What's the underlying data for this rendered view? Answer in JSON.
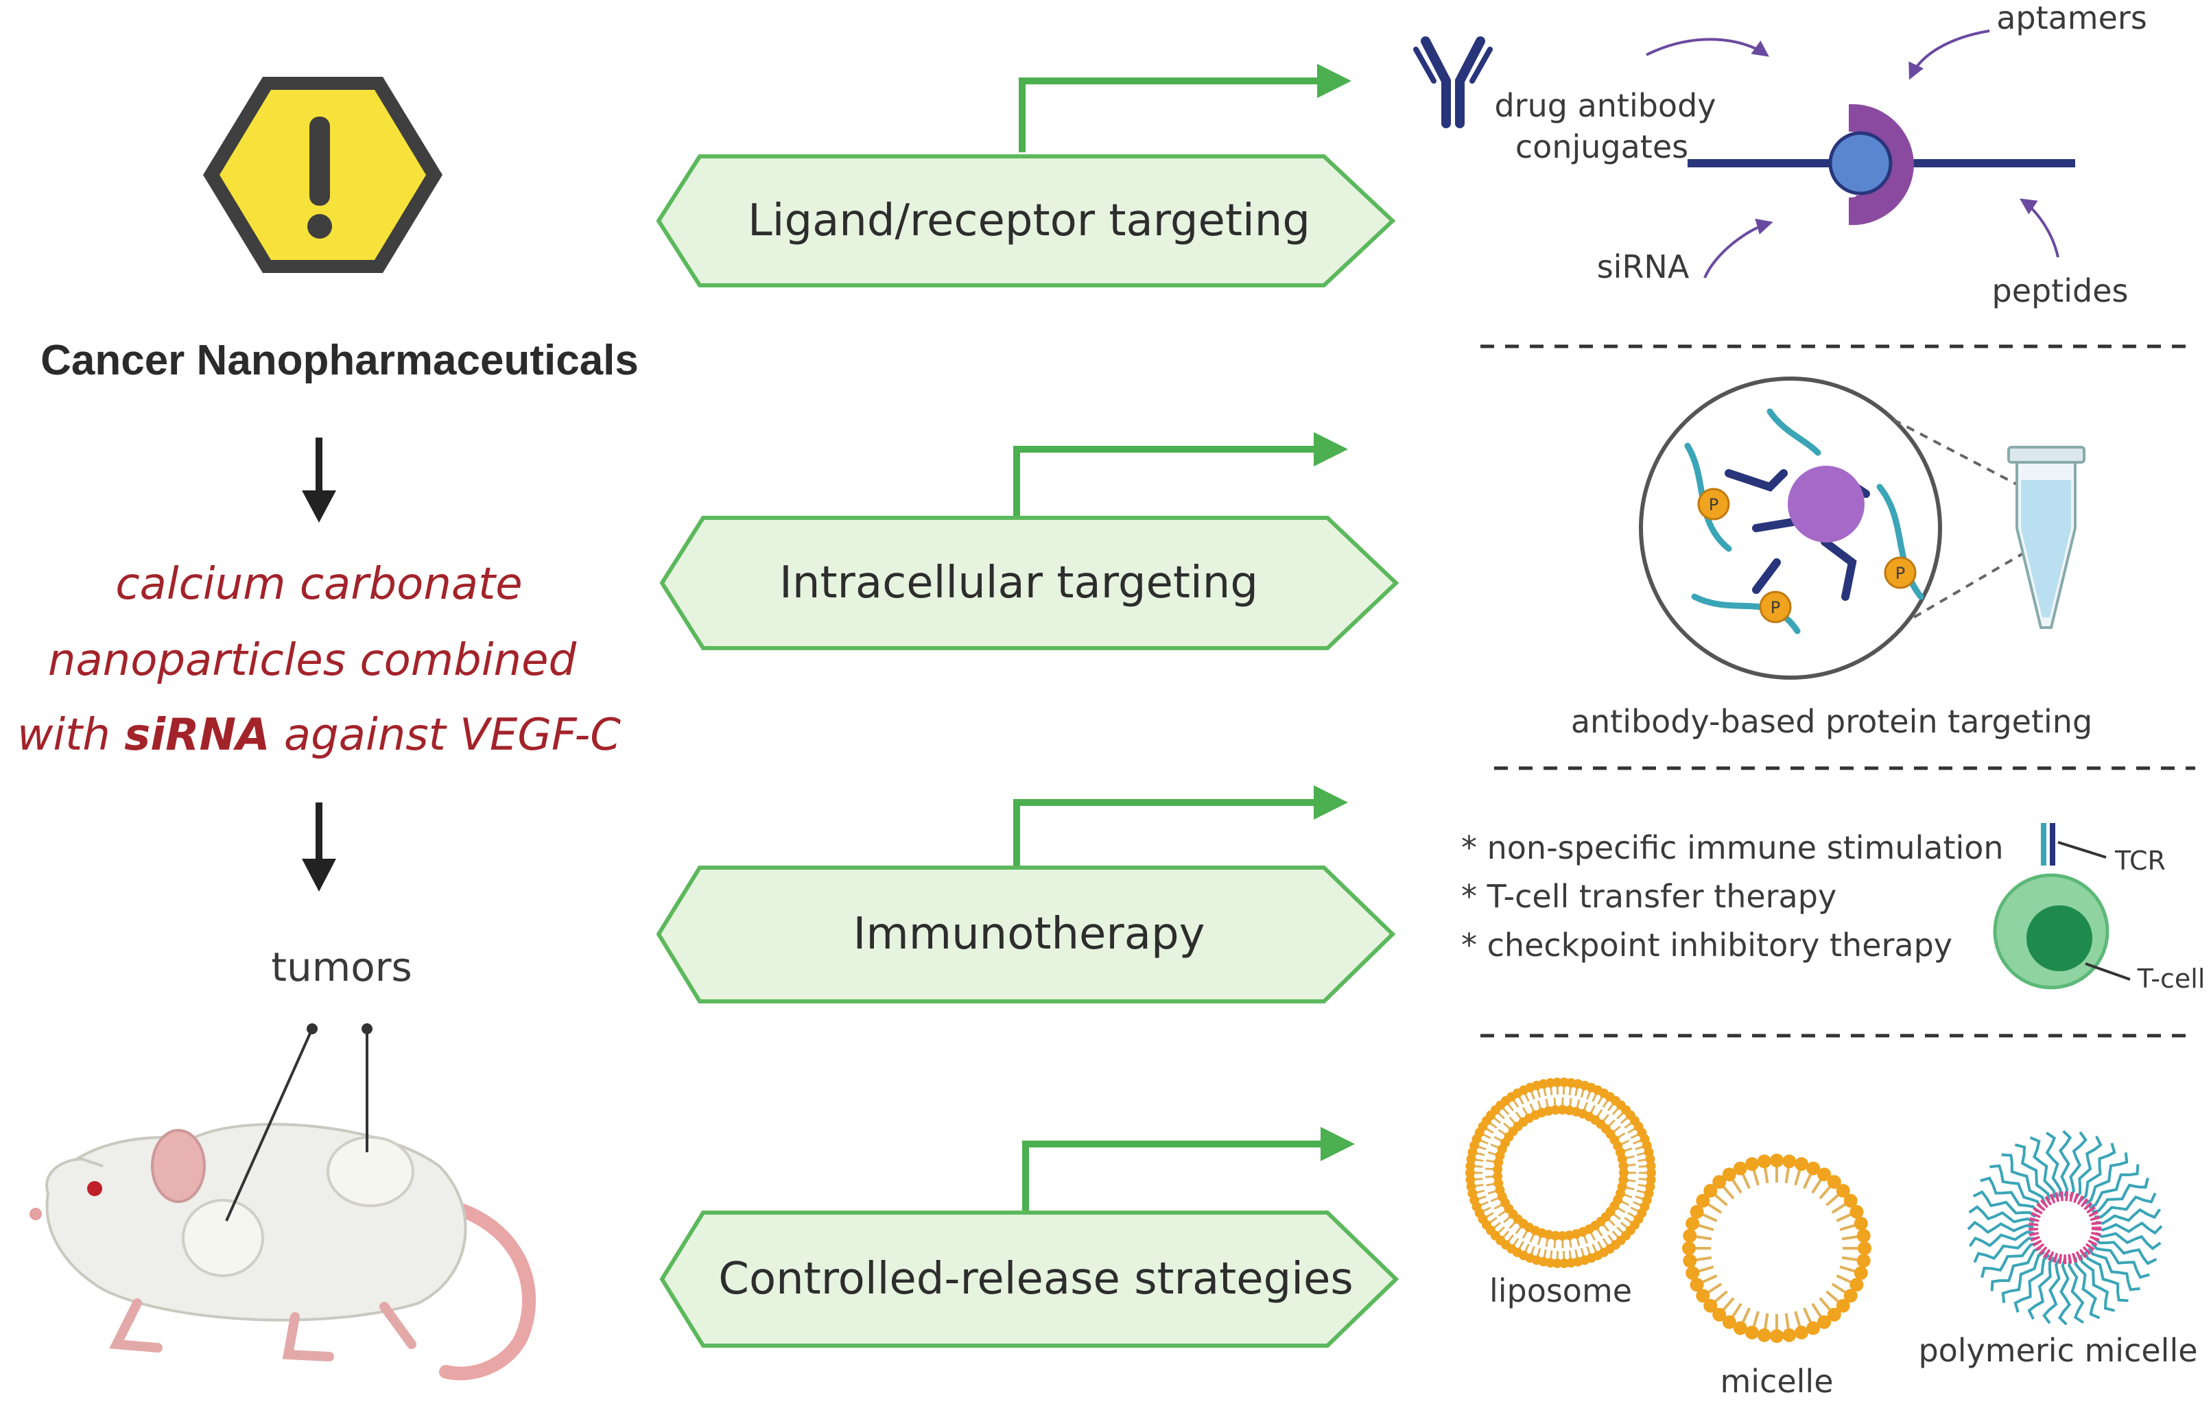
{
  "left": {
    "title": "Cancer Nanopharmaceuticals",
    "desc_line1": "calcium carbonate",
    "desc_line2": "nanoparticles combined",
    "desc_line3_a": "with ",
    "desc_line3_b": "siRNA",
    "desc_line3_c": " against VEGF-C",
    "tumors": "tumors"
  },
  "strategies": [
    {
      "label": "Ligand/receptor targeting"
    },
    {
      "label": "Intracellular targeting"
    },
    {
      "label": "Immunotherapy"
    },
    {
      "label": "Controlled-release strategies"
    }
  ],
  "ligand": {
    "aptamers": "aptamers",
    "drug_antibody_1": "drug antibody",
    "drug_antibody_2": "conjugates",
    "sirna": "siRNA",
    "peptides": "peptides"
  },
  "intracellular": {
    "caption": "antibody-based protein targeting",
    "phospho": "P"
  },
  "immuno": {
    "items": [
      "* non-specific immune stimulation",
      "* T-cell transfer therapy",
      "* checkpoint inhibitory therapy"
    ],
    "tcr": "TCR",
    "tcell": "T-cell"
  },
  "release": {
    "liposome": "liposome",
    "micelle": "micelle",
    "polymeric": "polymeric micelle"
  },
  "colors": {
    "green_border": "#5cb85c",
    "green_fill": "#e6f4df",
    "arrow_green": "#4caf50",
    "warning_yellow": "#f6e23a",
    "red_text": "#a3232a",
    "orange": "#f0a31e",
    "teal": "#3aa5b7",
    "pink": "#d9468c",
    "purple": "#8a4aa0",
    "navy": "#28357a"
  },
  "icons": [
    "warning-icon",
    "mouse-icon",
    "antibody-icon",
    "receptor-icon",
    "tube-icon",
    "t-cell-icon"
  ]
}
